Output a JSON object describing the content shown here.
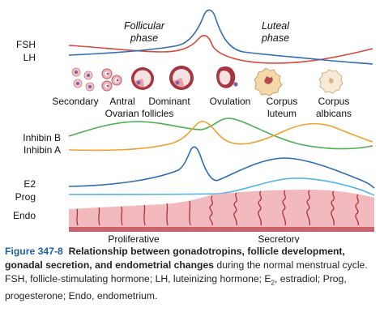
{
  "phases": {
    "follicular": [
      "Follicular",
      "phase"
    ],
    "luteal": [
      "Luteal",
      "phase"
    ]
  },
  "hormone_labels": {
    "fsh": "FSH",
    "lh": "LH",
    "inhibin_b": "Inhibin B",
    "inhibin_a": "Inhibin A",
    "e2": "E2",
    "prog": "Prog",
    "endo": "Endo"
  },
  "follicle_stages": [
    "Secondary",
    "Antral",
    "Dominant",
    "Ovulation",
    "Corpus",
    "luteum",
    "Corpus",
    "albicans"
  ],
  "ovarian_follicles_label": "Ovarian follicles",
  "endometrium_phases": {
    "proliferative": "Proliferative",
    "secretory": "Secretory"
  },
  "colors": {
    "fsh": "#d9473b",
    "lh": "#2e6db5",
    "inhibin_b": "#4caf50",
    "inhibin_a": "#f0a030",
    "e2": "#2e6db5",
    "prog": "#4fb3e8",
    "endo": "#e7a1a8"
  },
  "caption": {
    "figure_number": "Figure 347-8",
    "title": "Relationship between gonadotropins, follicle development, gonadal secretion, and endometrial changes",
    "body_1": " during the normal menstrual cycle. FSH, follicle-stimulating hormone; LH, luteinizing hormone; E",
    "subscript": "2",
    "body_2": ", estradiol; Prog, progesterone; Endo, endometrium."
  }
}
